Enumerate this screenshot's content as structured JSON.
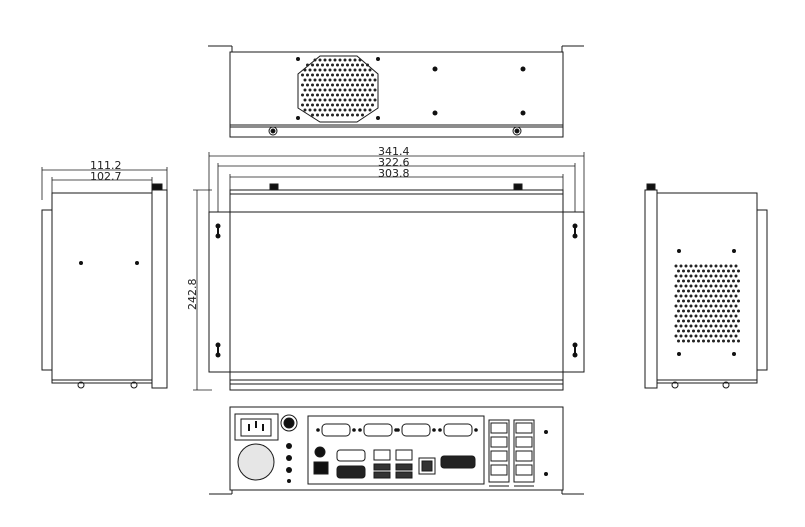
{
  "dimensions": {
    "width_outer": "341.4",
    "width_mid": "322.6",
    "width_inner": "303.8",
    "height": "242.8",
    "side_outer": "111.2",
    "side_inner": "102.7"
  },
  "colors": {
    "line": "#1a1a1a",
    "fill": "#ffffff",
    "dark": "#111111"
  },
  "views": [
    "top-view",
    "front-view",
    "left-side-view",
    "right-side-view",
    "rear-io-view"
  ]
}
